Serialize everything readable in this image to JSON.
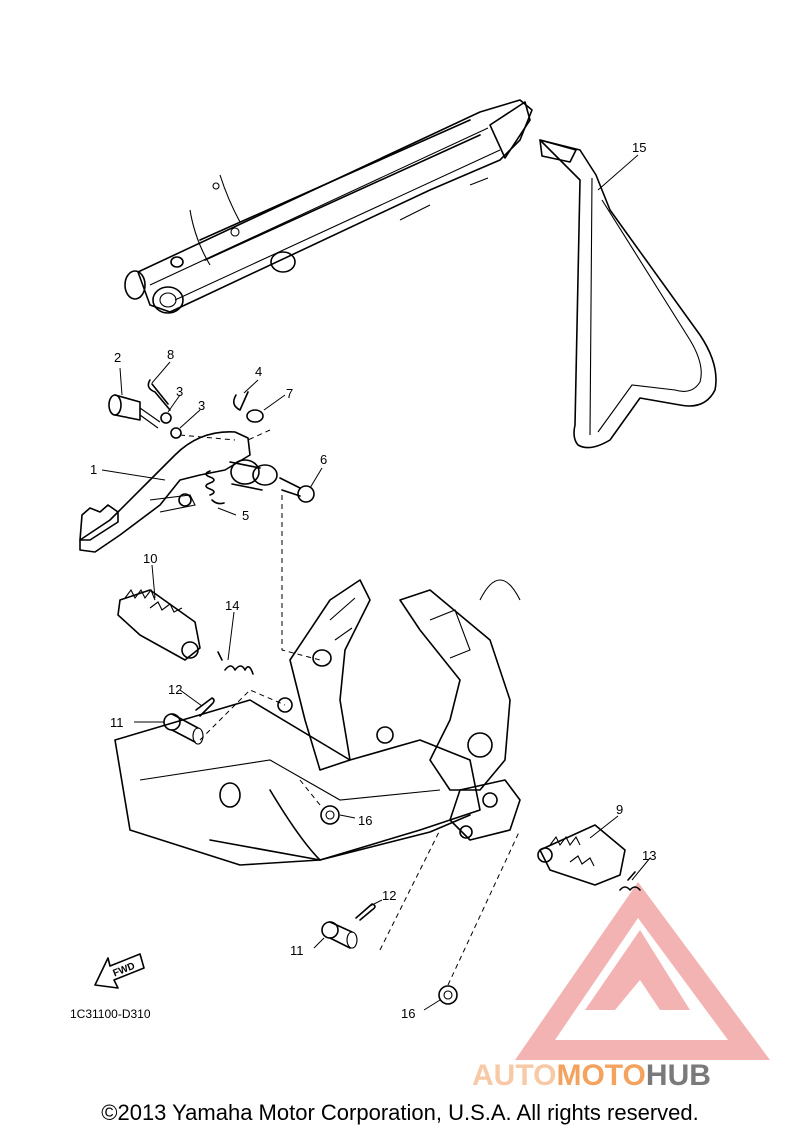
{
  "callouts": [
    {
      "id": "c1",
      "text": "1"
    },
    {
      "id": "c2",
      "text": "2"
    },
    {
      "id": "c3a",
      "text": "3"
    },
    {
      "id": "c3b",
      "text": "3"
    },
    {
      "id": "c4",
      "text": "4"
    },
    {
      "id": "c5",
      "text": "5"
    },
    {
      "id": "c6",
      "text": "6"
    },
    {
      "id": "c7",
      "text": "7"
    },
    {
      "id": "c8",
      "text": "8"
    },
    {
      "id": "c9",
      "text": "9"
    },
    {
      "id": "c10",
      "text": "10"
    },
    {
      "id": "c11a",
      "text": "11"
    },
    {
      "id": "c11b",
      "text": "11"
    },
    {
      "id": "c12a",
      "text": "12"
    },
    {
      "id": "c12b",
      "text": "12"
    },
    {
      "id": "c13",
      "text": "13"
    },
    {
      "id": "c14",
      "text": "14"
    },
    {
      "id": "c15",
      "text": "15"
    },
    {
      "id": "c16a",
      "text": "16"
    },
    {
      "id": "c16b",
      "text": "16"
    }
  ],
  "fwd_label": "FWD",
  "diagram_code": "1C31100-D310",
  "watermark": {
    "part1": "AUTO",
    "part2": "MOTO",
    "part3": "HUB",
    "color_light": "#f8c9a6",
    "color_mid": "#f3a35f",
    "color_dark": "#7a7a7a",
    "color_logo": "#f09a9a"
  },
  "copyright": "©2013 Yamaha Motor Corporation, U.S.A. All rights reserved."
}
